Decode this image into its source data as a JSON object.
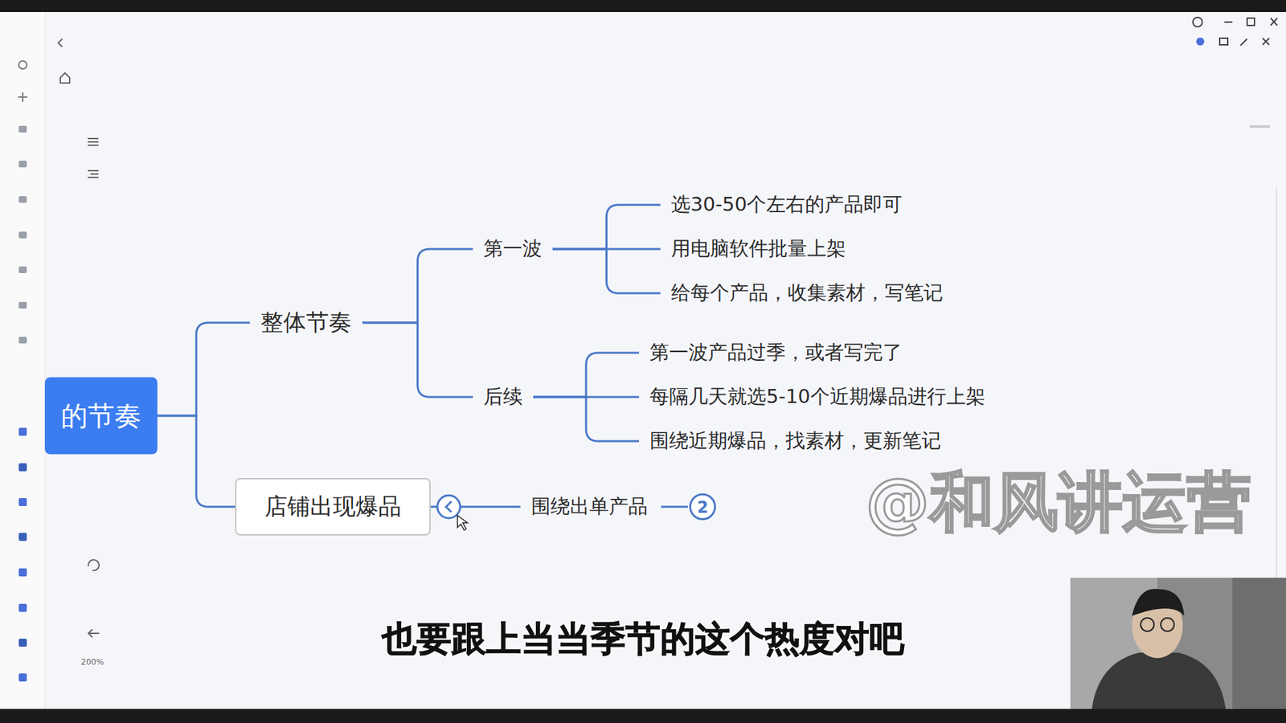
{
  "diagram": {
    "nodes": [
      {
        "text": [
          "的节奏"
        ]
      },
      {
        "text": [
          "整体节奏"
        ]
      },
      {
        "text": [
          "第一波"
        ]
      },
      {
        "text": [
          "选30-50个左右的产品即可"
        ]
      },
      {
        "text": [
          "用电脑软件批量上架"
        ]
      },
      {
        "text": [
          "给每个产品，收集素材，写笔记"
        ]
      },
      {
        "text": [
          "后续"
        ]
      },
      {
        "text": [
          "第一波产品过季，或者写完了"
        ]
      },
      {
        "text": [
          "每隔几天就选5-10个近期爆品进行上架"
        ]
      },
      {
        "text": [
          "围绕近期爆品，找素材，更新笔记"
        ]
      },
      {
        "text": [
          "店铺出现爆品"
        ]
      },
      {
        "text": [
          "围绕出单产品"
        ]
      }
    ],
    "edges": [
      {
        "from": 0,
        "to": 1,
        "arrow": "none"
      },
      {
        "from": 0,
        "to": 10,
        "arrow": "none"
      },
      {
        "from": 1,
        "to": 2,
        "arrow": "none"
      },
      {
        "from": 1,
        "to": 6,
        "arrow": "none"
      },
      {
        "from": 2,
        "to": 3,
        "arrow": "none"
      },
      {
        "from": 2,
        "to": 4,
        "arrow": "none"
      },
      {
        "from": 2,
        "to": 5,
        "arrow": "none"
      },
      {
        "from": 6,
        "to": 7,
        "arrow": "none"
      },
      {
        "from": 6,
        "to": 8,
        "arrow": "none"
      },
      {
        "from": 6,
        "to": 9,
        "arrow": "none"
      },
      {
        "from": 10,
        "to": 11,
        "arrow": "none"
      }
    ],
    "labels": [
      "2",
      "@和风讲运营",
      "也要跟上当当季节的这个热度对吧",
      "200%"
    ]
  }
}
